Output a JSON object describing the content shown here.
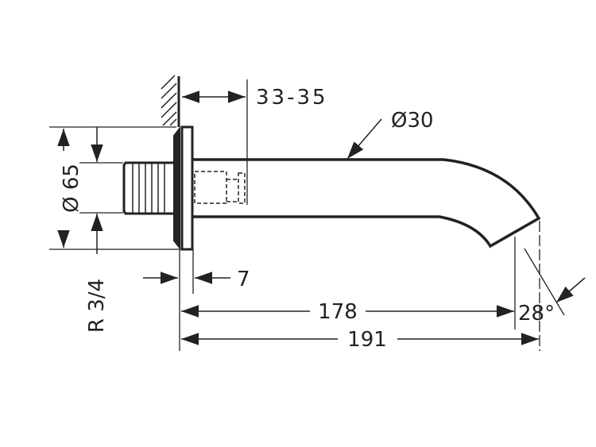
{
  "drawing": {
    "dimensions": {
      "wall_gap": "33-35",
      "spout_diameter": "Ø30",
      "flange_diameter": "Ø 65",
      "thread": "R 3/4",
      "flange_thickness": "7",
      "projection_to_outlet": "178",
      "total_projection": "191",
      "outlet_angle": "28°"
    },
    "colors": {
      "line": "#222222",
      "background": "#ffffff"
    }
  }
}
